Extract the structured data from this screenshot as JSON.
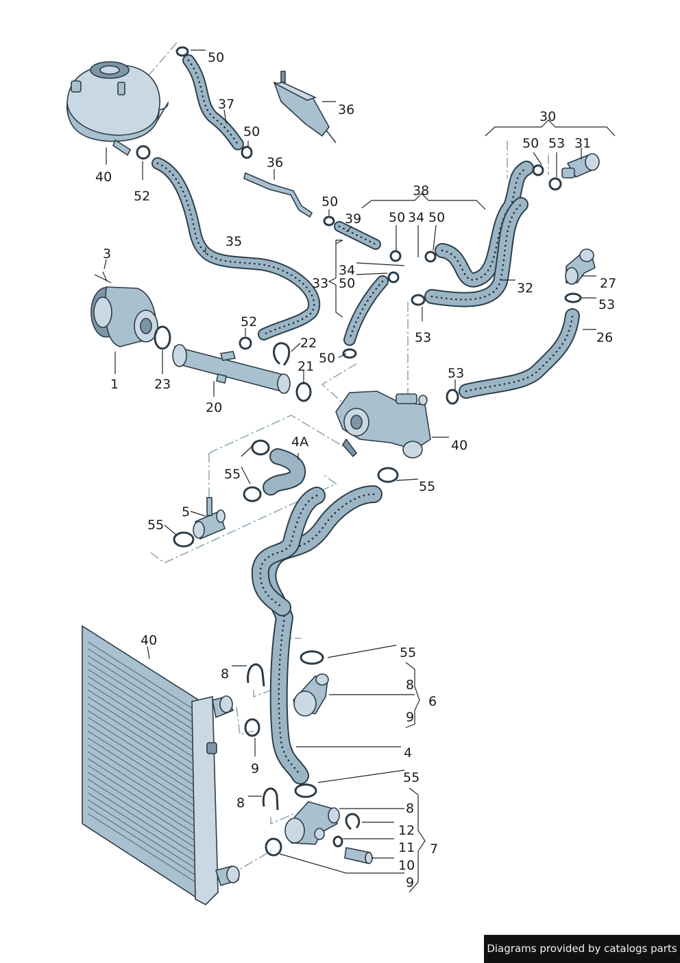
{
  "callouts": {
    "c50a": "50",
    "c37": "37",
    "c36a": "36",
    "c50b": "50",
    "c36b": "36",
    "c40a": "40",
    "c52a": "52",
    "c30": "30",
    "c50c": "50",
    "c53a": "53",
    "c31": "31",
    "c38": "38",
    "c50d": "50",
    "c39": "39",
    "c50e": "50",
    "c34a": "34",
    "c50f": "50",
    "c35": "35",
    "c3": "3",
    "c34b": "34",
    "c33": "33",
    "c50g": "50",
    "c32": "32",
    "c27": "27",
    "c53b": "53",
    "c53c": "53",
    "c26": "26",
    "c52b": "52",
    "c22": "22",
    "c50h": "50",
    "c21": "21",
    "c1": "1",
    "c23": "23",
    "c20": "20",
    "c53d": "53",
    "c40b": "40",
    "c4A": "4A",
    "c55a": "55",
    "c55b": "55",
    "c5": "5",
    "c55c": "55",
    "c40c": "40",
    "c55d": "55",
    "c8a": "8",
    "c8b": "8",
    "c6": "6",
    "c9a": "9",
    "c9b": "9",
    "c4": "4",
    "c55e": "55",
    "c8c": "8",
    "c8d": "8",
    "c12": "12",
    "c11": "11",
    "c7": "7",
    "c10": "10",
    "c9c": "9"
  },
  "footer": {
    "text": "Diagrams provided by catalogs parts"
  }
}
